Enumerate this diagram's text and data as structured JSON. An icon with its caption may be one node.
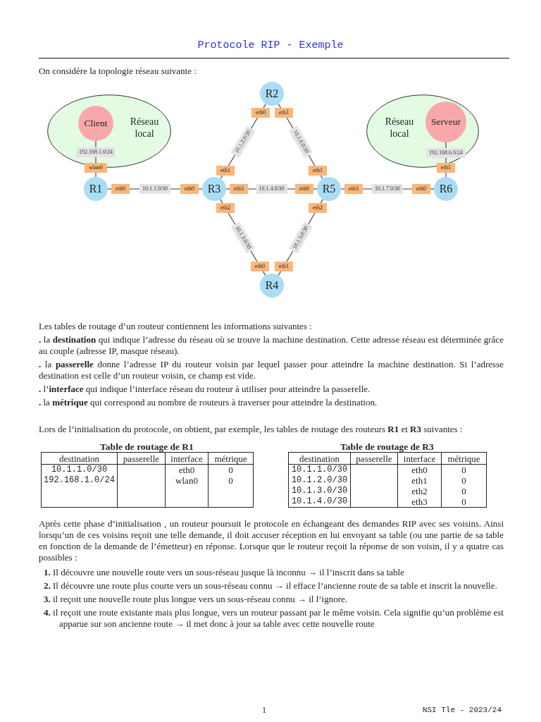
{
  "diagram": {
    "title": "Protocole RIP - Exemple",
    "nodes": [
      {
        "text": [
          "Réseau local"
        ]
      },
      {
        "text": [
          "Client"
        ],
        "in": 0
      },
      {
        "text": [
          "R1"
        ]
      },
      {
        "text": [
          "R2"
        ]
      },
      {
        "text": [
          "R3"
        ]
      },
      {
        "text": [
          "R4"
        ]
      },
      {
        "text": [
          "R5"
        ]
      },
      {
        "text": [
          "R6"
        ]
      },
      {
        "text": [
          "Réseau local"
        ]
      },
      {
        "text": [
          "Serveur"
        ],
        "in": 8
      },
      {
        "text": [
          "wlan0"
        ]
      },
      {
        "text": [
          "eth0"
        ]
      },
      {
        "text": [
          "eth0"
        ]
      },
      {
        "text": [
          "eth1"
        ]
      },
      {
        "text": [
          "eth2"
        ]
      },
      {
        "text": [
          "eth3"
        ]
      },
      {
        "text": [
          "eth0"
        ]
      },
      {
        "text": [
          "eth1"
        ]
      },
      {
        "text": [
          "eth0"
        ]
      },
      {
        "text": [
          "eth1"
        ]
      },
      {
        "text": [
          "eth2"
        ]
      },
      {
        "text": [
          "eth3"
        ]
      },
      {
        "text": [
          "eth0"
        ]
      },
      {
        "text": [
          "eth1"
        ]
      },
      {
        "text": [
          "eth0"
        ]
      },
      {
        "text": [
          "eth1"
        ]
      }
    ],
    "edges": [
      {
        "from": 1,
        "to": 10,
        "arrow": "none",
        "label": "192.168.1.0/24"
      },
      {
        "from": 10,
        "to": 2,
        "arrow": "none"
      },
      {
        "from": 2,
        "to": 11,
        "arrow": "none"
      },
      {
        "from": 11,
        "to": 12,
        "arrow": "none",
        "label": "10.1.1.0/30"
      },
      {
        "from": 12,
        "to": 4,
        "arrow": "none"
      },
      {
        "from": 4,
        "to": 13,
        "arrow": "none"
      },
      {
        "from": 13,
        "to": 16,
        "arrow": "none",
        "label": "10.1.2.0/30"
      },
      {
        "from": 16,
        "to": 3,
        "arrow": "none"
      },
      {
        "from": 3,
        "to": 17,
        "arrow": "none"
      },
      {
        "from": 17,
        "to": 19,
        "arrow": "none",
        "label": "10.1.6.0/30"
      },
      {
        "from": 19,
        "to": 6,
        "arrow": "none"
      },
      {
        "from": 4,
        "to": 15,
        "arrow": "none"
      },
      {
        "from": 15,
        "to": 18,
        "arrow": "none",
        "label": "10.1.4.0/30"
      },
      {
        "from": 18,
        "to": 6,
        "arrow": "none"
      },
      {
        "from": 4,
        "to": 14,
        "arrow": "none"
      },
      {
        "from": 14,
        "to": 22,
        "arrow": "none",
        "label": "10.1.3.0/30"
      },
      {
        "from": 22,
        "to": 5,
        "arrow": "none"
      },
      {
        "from": 5,
        "to": 23,
        "arrow": "none"
      },
      {
        "from": 23,
        "to": 20,
        "arrow": "none",
        "label": "10.1.5.0/30"
      },
      {
        "from": 20,
        "to": 6,
        "arrow": "none"
      },
      {
        "from": 6,
        "to": 21,
        "arrow": "none"
      },
      {
        "from": 21,
        "to": 24,
        "arrow": "none",
        "label": "10.1.7.0/30"
      },
      {
        "from": 24,
        "to": 7,
        "arrow": "none"
      },
      {
        "from": 7,
        "to": 25,
        "arrow": "none"
      },
      {
        "from": 25,
        "to": 9,
        "arrow": "none",
        "label": "192.168.6.0/24"
      }
    ],
    "labels": [
      "On considère la topologie réseau suivante :",
      "Les tables de routage d’un routeur contiennent les informations suivantes :",
      "**.** la **destination** qui indique l’adresse du réseau où se trouve la machine destination. Cette adresse réseau est déterminée grâce au couple (adresse IP, masque réseau).",
      "**.** la **passerelle** donne l’adresse IP du routeur voisin par lequel passer pour atteindre la machine destination. Si l’adresse destination est celle d’un routeur voisin, ce champ est vide.",
      "**.** l’**interface** qui indique l’interface réseau du routeur à utiliser pour atteindre la passerelle.",
      "**.** la **métrique** qui correspond au nombre de routeurs à traverser pour atteindre la destination.",
      "Lors de l’initialisation du protocole, on obtient, par exemple, les tables de routage des routeurs **R1** et **R3** suivantes :",
      "Table de routage de R1",
      "destination",
      "passerelle",
      "interface",
      "métrique",
      "10.1.1.0/30",
      "eth0",
      "0",
      "192.168.1.0/24",
      "wlan0",
      "0",
      "Table de routage de R3",
      "destination",
      "passerelle",
      "interface",
      "métrique",
      "10.1.1.0/30",
      "eth0",
      "0",
      "10.1.2.0/30",
      "eth1",
      "0",
      "10.1.3.0/30",
      "eth2",
      "0",
      "10.1.4.0/30",
      "eth3",
      "0",
      "Après cette phase d’initialisation , un routeur poursuit le protocole en échangeant des demandes RIP avec ses voisins. Ainsi lorsqu’un de ces voisins reçoit une telle demande, il doit accuser réception en lui envoyant sa table (ou une partie de sa table en fonction de la demande de l’émetteur) en réponse. Lorsque que le routeur reçoit la réponse de son voisin, il y a quatre cas possibles :",
      "**1.** Il découvre une nouvelle route vers un sous-réseau jusque là inconnu → il l’inscrit dans sa table",
      "**2.** Il découvre une route plus courte vers un sous-réseau connu → il efface l’ancienne route de sa table et inscrit la nouvelle.",
      "**3.** il reçoit une nouvelle route plus longue vers un sous-réseau connu → il l’ignore.",
      "**4.** il reçoit une route existante mais plus longue, vers un routeur passant par le même voisin. Cela signifie qu’un problème est apparue sur son ancienne route → il met donc à jour sa table avec cette nouvelle route",
      "1",
      "NSI Tle - 2023/24"
    ]
  }
}
